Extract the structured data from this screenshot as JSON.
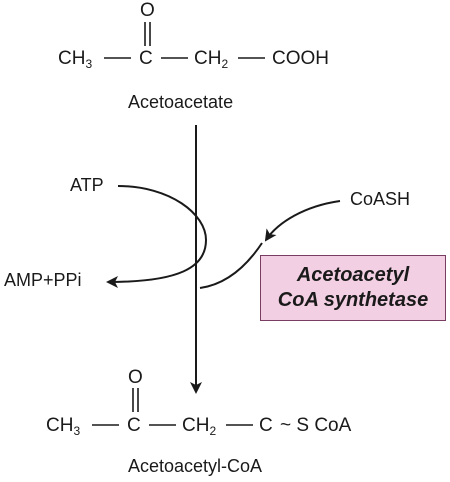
{
  "substrate": {
    "oxygen": "O",
    "ch3": "CH",
    "ch3_sub": "3",
    "c": "C",
    "ch2": "CH",
    "ch2_sub": "2",
    "cooh": "COOH",
    "name": "Acetoacetate"
  },
  "cofactors": {
    "atp": "ATP",
    "amp": "AMP+PPi",
    "coash": "CoASH"
  },
  "enzyme": {
    "line1": "Acetoacetyl",
    "line2": "CoA synthetase"
  },
  "product": {
    "oxygen": "O",
    "ch3": "CH",
    "ch3_sub": "3",
    "c": "C",
    "ch2": "CH",
    "ch2_sub": "2",
    "c2": "C",
    "thioester": "~ S CoA",
    "name": "Acetoacetyl-CoA"
  },
  "colors": {
    "ink": "#1a1a1a",
    "enzyme_fill": "#f3cfe3",
    "enzyme_border": "#7a3d62"
  }
}
